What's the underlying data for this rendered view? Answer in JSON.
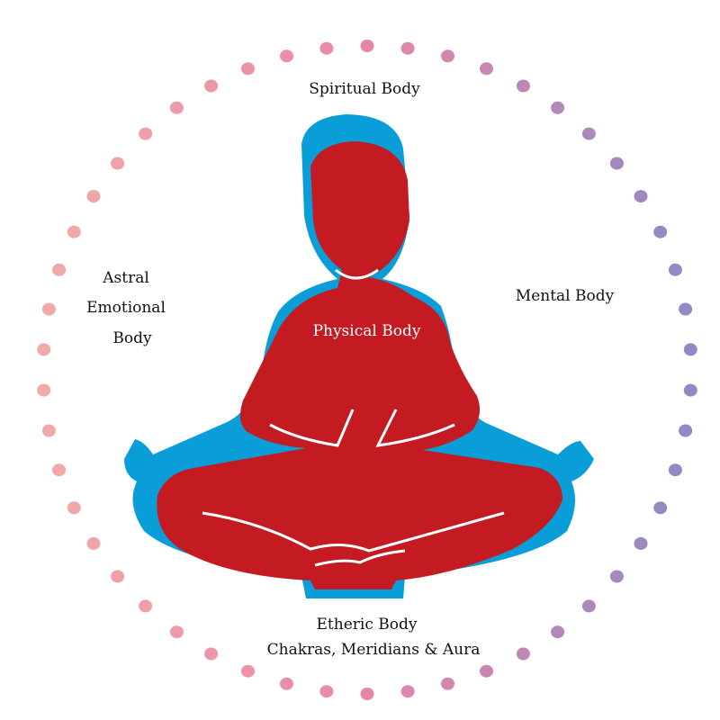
{
  "labels": {
    "spiritual": "Spiritual Body",
    "astral_1": "Astral",
    "astral_2": "Emotional",
    "astral_3": "Body",
    "mental": "Mental Body",
    "physical": "Physical Body",
    "etheric_1": "Etheric Body",
    "etheric_2": "Chakras, Meridians & Aura"
  },
  "colors": {
    "physical": "#c41a22",
    "aura": "#0a9ed8",
    "dots_left": "#f0aaa8",
    "dots_top": "#e986a8",
    "dots_right": "#8f8ac4"
  },
  "dot_count": 50
}
